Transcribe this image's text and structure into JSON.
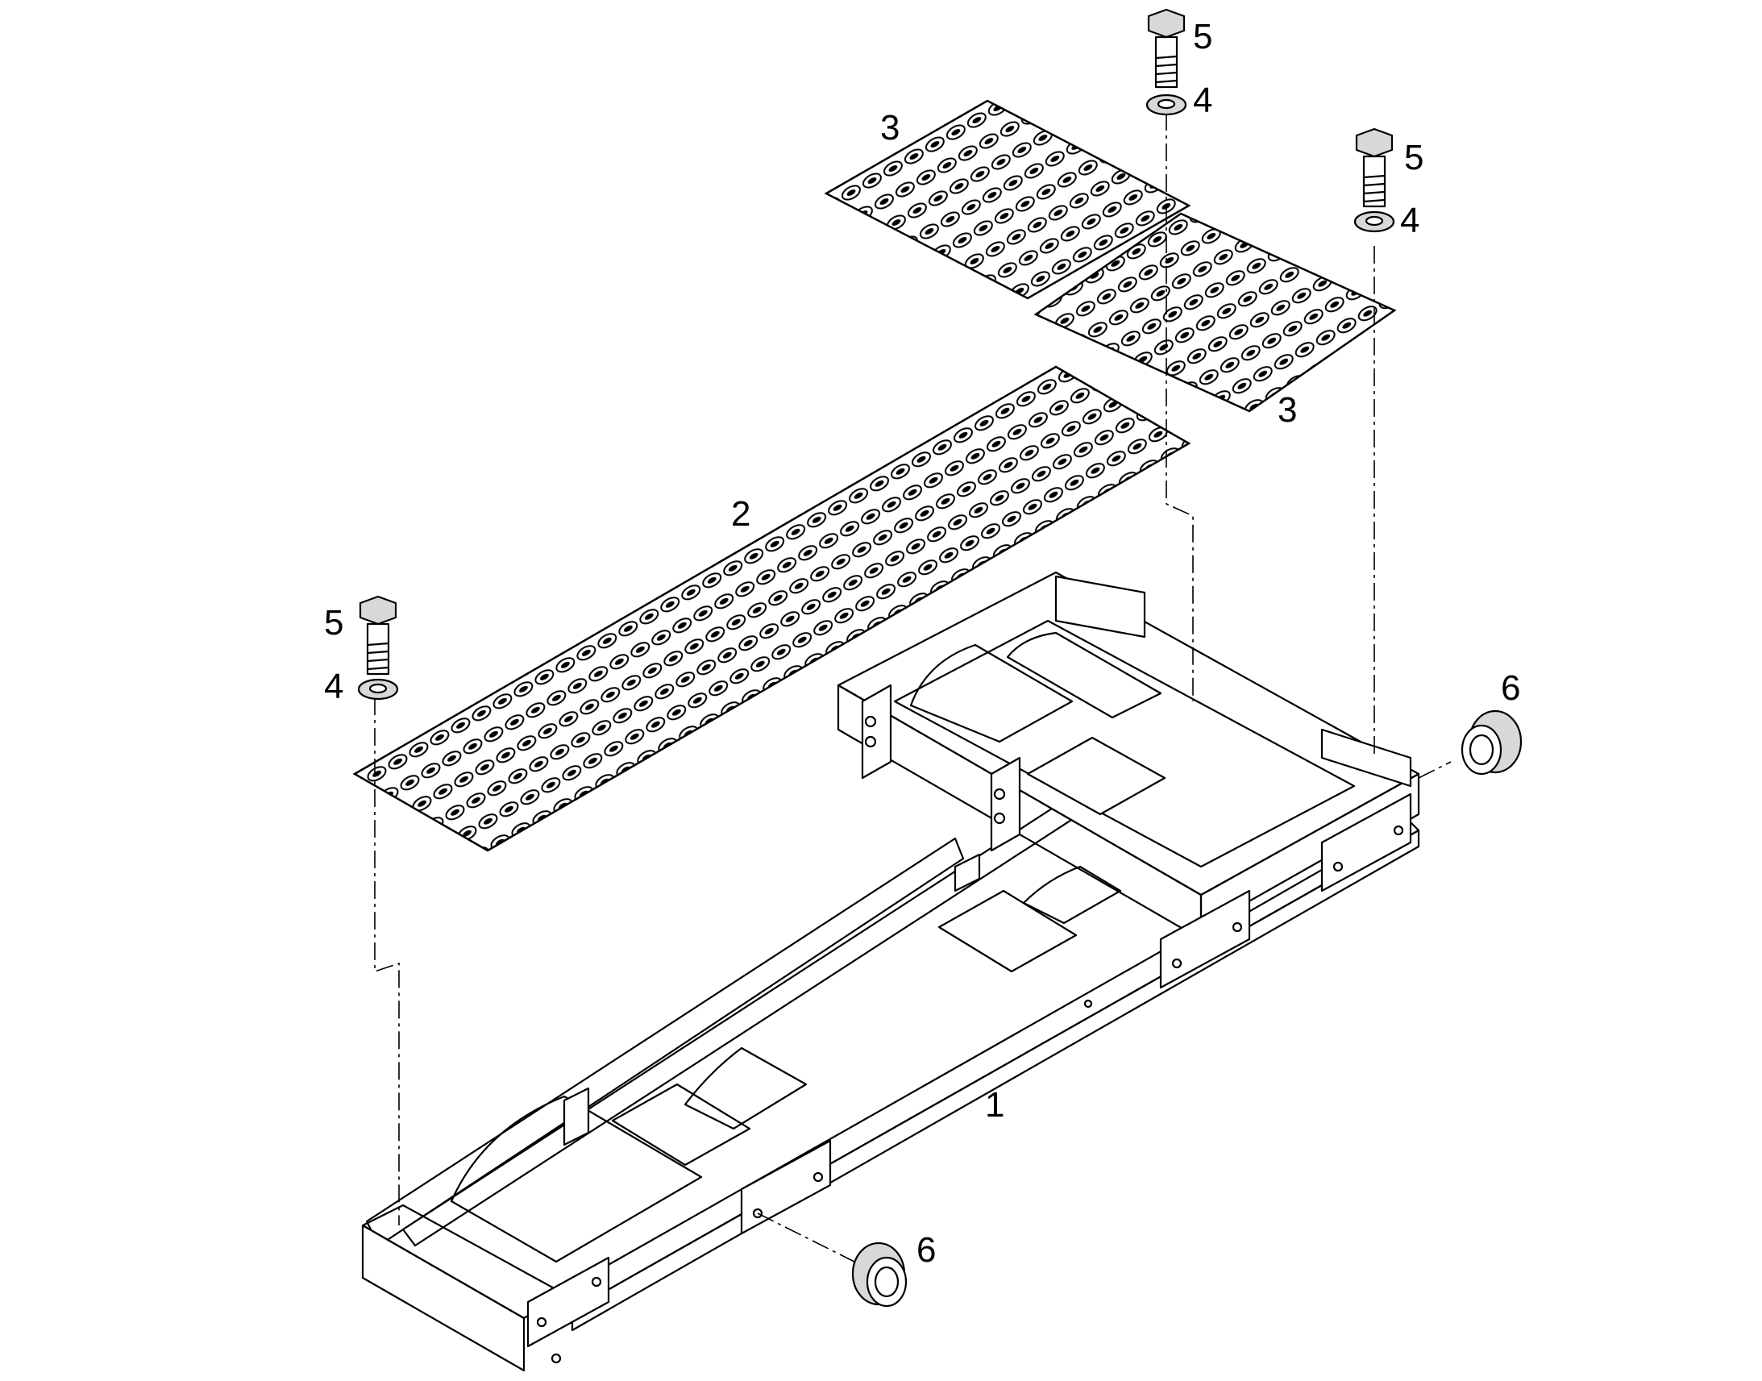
{
  "labels": {
    "frame": "1",
    "long_tread": "2",
    "short_tread_a": "3",
    "short_tread_b": "3",
    "washer_a": "4",
    "washer_b": "4",
    "washer_c": "4",
    "bolt_a": "5",
    "bolt_b": "5",
    "bolt_c": "5",
    "plug_a": "6",
    "plug_b": "6"
  }
}
